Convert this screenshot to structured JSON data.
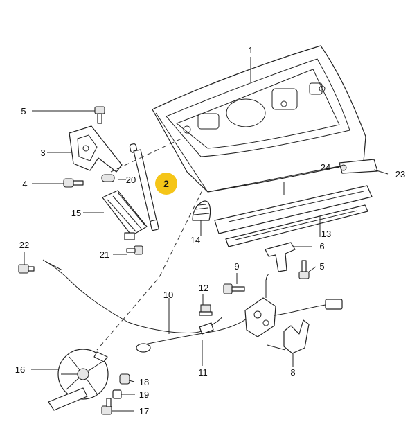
{
  "callouts": {
    "c1": "1",
    "c2": "2",
    "c3": "3",
    "c4": "4",
    "c5a": "5",
    "c5b": "5",
    "c6": "6",
    "c7": "7",
    "c8": "8",
    "c9": "9",
    "c10": "10",
    "c11": "11",
    "c12": "12",
    "c13": "13",
    "c14": "14",
    "c15": "15",
    "c16": "16",
    "c17": "17",
    "c18": "18",
    "c19": "19",
    "c20": "20",
    "c21": "21",
    "c22": "22",
    "c23": "23",
    "c24": "24"
  },
  "colors": {
    "highlight": "#f5c518",
    "line": "#222222"
  }
}
